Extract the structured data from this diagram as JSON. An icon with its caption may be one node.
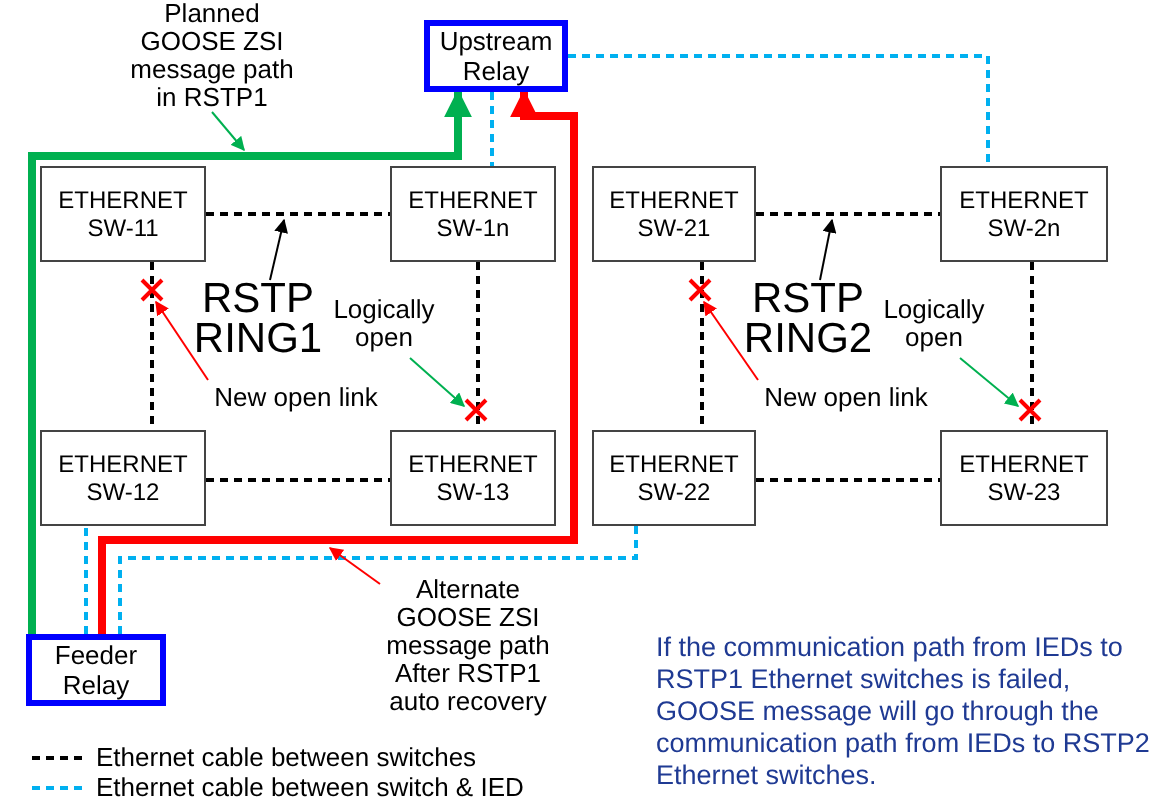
{
  "diagram": {
    "nodes": [
      {
        "text": [
          "Upstream Relay"
        ]
      },
      {
        "text": [
          "ETHERNET SW-11"
        ]
      },
      {
        "text": [
          "ETHERNET SW-1n"
        ]
      },
      {
        "text": [
          "ETHERNET SW-21"
        ]
      },
      {
        "text": [
          "ETHERNET SW-2n"
        ]
      },
      {
        "text": [
          "ETHERNET SW-12"
        ]
      },
      {
        "text": [
          "ETHERNET SW-13"
        ]
      },
      {
        "text": [
          "ETHERNET SW-22"
        ]
      },
      {
        "text": [
          "ETHERNET SW-23"
        ]
      },
      {
        "text": [
          "Feeder Relay"
        ]
      },
      {
        "text": [
          "Planned GOOSE ZSI message path in RSTP1"
        ]
      },
      {
        "text": [
          "RSTP RING1"
        ]
      },
      {
        "text": [
          "Logically open"
        ]
      },
      {
        "text": [
          "New open link"
        ]
      },
      {
        "text": [
          "RSTP RING2"
        ]
      },
      {
        "text": [
          "Logically open"
        ]
      },
      {
        "text": [
          "New open link"
        ]
      },
      {
        "text": [
          "Alternate GOOSE ZSI message path After RSTP1 auto recovery"
        ]
      },
      {
        "text": [],
        "shape": "cross"
      },
      {
        "text": [],
        "shape": "cross"
      },
      {
        "text": [],
        "shape": "cross"
      },
      {
        "text": [],
        "shape": "cross"
      }
    ],
    "edges": [
      {
        "from": 1,
        "to": 2,
        "arrow": "none",
        "style": "dashed"
      },
      {
        "from": 1,
        "to": 5,
        "arrow": "none",
        "style": "dashed"
      },
      {
        "from": 2,
        "to": 6,
        "arrow": "none",
        "style": "dashed"
      },
      {
        "from": 5,
        "to": 6,
        "arrow": "none",
        "style": "dashed"
      },
      {
        "from": 3,
        "to": 4,
        "arrow": "none",
        "style": "dashed"
      },
      {
        "from": 3,
        "to": 7,
        "arrow": "none",
        "style": "dashed"
      },
      {
        "from": 4,
        "to": 8,
        "arrow": "none",
        "style": "dashed"
      },
      {
        "from": 7,
        "to": 8,
        "arrow": "none",
        "style": "dashed"
      },
      {
        "from": 0,
        "to": 2,
        "arrow": "none",
        "style": "dashed",
        "color": "#00b0f0"
      },
      {
        "from": 0,
        "to": 4,
        "arrow": "none",
        "style": "dashed",
        "color": "#00b0f0"
      },
      {
        "from": 9,
        "to": 5,
        "arrow": "none",
        "style": "dashed",
        "color": "#00b0f0"
      },
      {
        "from": 9,
        "to": 7,
        "arrow": "none",
        "style": "dashed",
        "color": "#00b0f0"
      },
      {
        "from": 9,
        "to": 0,
        "arrow": "to",
        "style": "thick",
        "color": "#00b050"
      },
      {
        "from": 9,
        "to": 0,
        "arrow": "to",
        "style": "thick",
        "color": "#ff0000"
      },
      {
        "from": 10,
        "to": null,
        "arrow": "to",
        "color": "#00b050"
      },
      {
        "from": 11,
        "to": null,
        "arrow": "to"
      },
      {
        "from": 12,
        "to": 19,
        "arrow": "to",
        "color": "#00b050"
      },
      {
        "from": 13,
        "to": 18,
        "arrow": "to",
        "color": "#ff0000"
      },
      {
        "from": 14,
        "to": null,
        "arrow": "to"
      },
      {
        "from": 15,
        "to": 21,
        "arrow": "to",
        "color": "#00b050"
      },
      {
        "from": 16,
        "to": 20,
        "arrow": "to",
        "color": "#ff0000"
      },
      {
        "from": 17,
        "to": null,
        "arrow": "to",
        "color": "#ff0000"
      }
    ],
    "labels": [
      "If the communication path from IEDs to RSTP1 Ethernet switches is failed, GOOSE message will go through the communication path from IEDs to RSTP2 Ethernet switches."
    ],
    "legend": [
      {
        "text": "Ethernet cable between switches"
      },
      {
        "text": "Ethernet cable between switch & IED"
      }
    ]
  }
}
